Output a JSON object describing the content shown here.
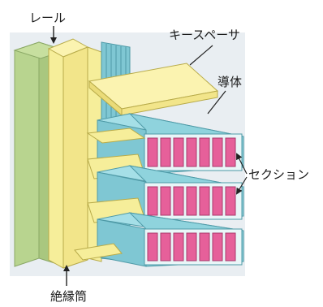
{
  "labels": {
    "rail": "レール",
    "key_spacer": "キースペーサ",
    "conductor": "導体",
    "section": "セクション",
    "insulating_tube": "絶縁筒"
  },
  "colors": {
    "insulating_tube": "#a9c77f",
    "rail_spacer": "#f6ee9a",
    "conductor_block": "#8fd3dd",
    "strand": "#e6609a",
    "background_panel": "#e9eef2"
  },
  "structure": {
    "section_count": 3,
    "strands_per_section": 7
  }
}
